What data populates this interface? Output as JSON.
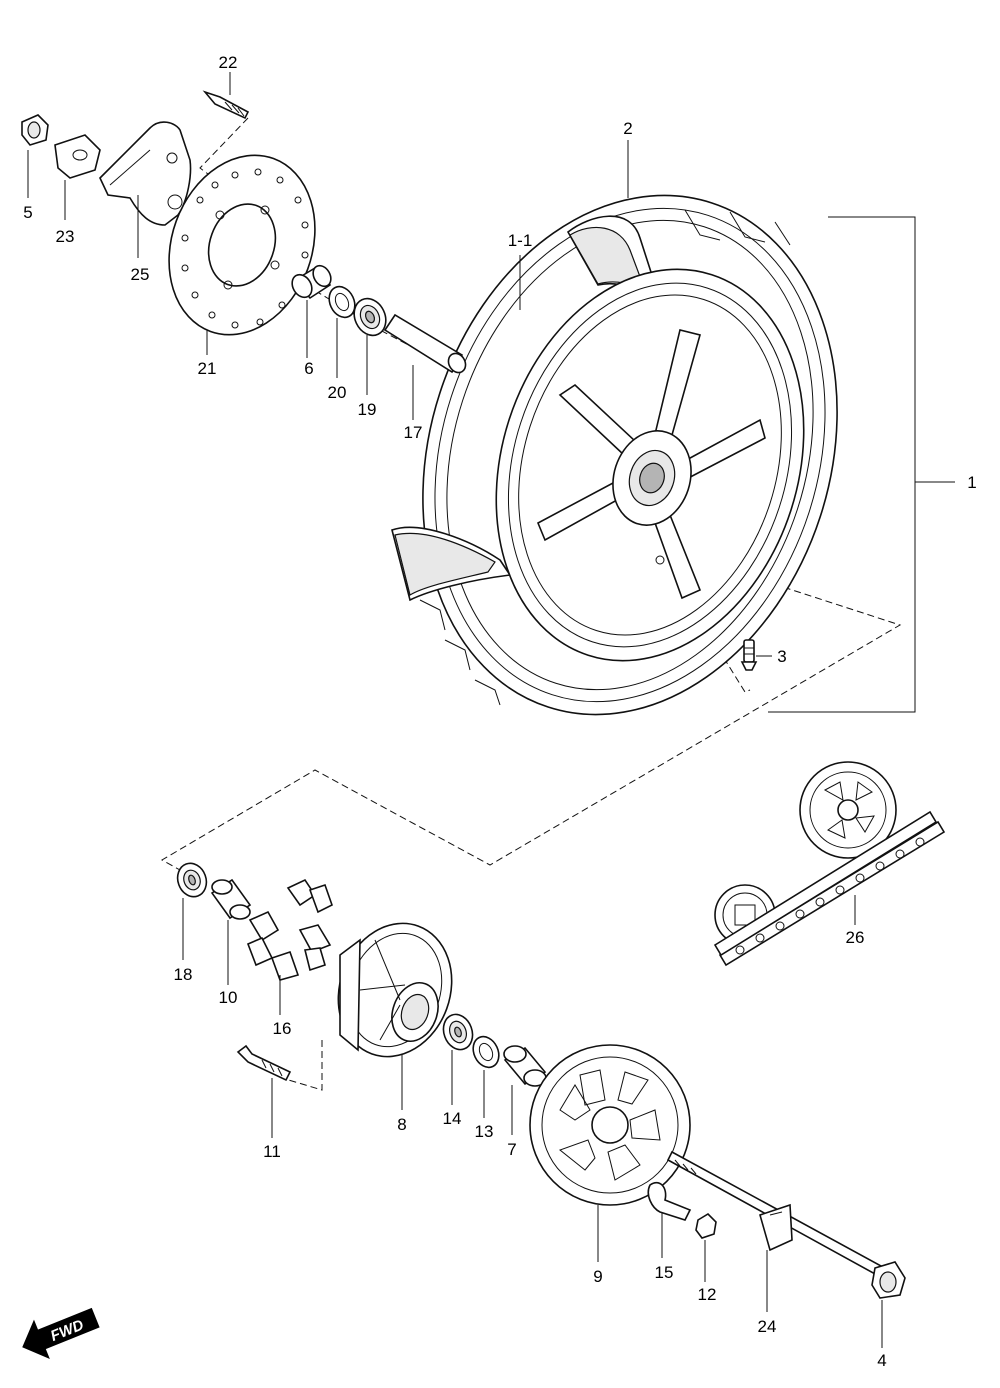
{
  "diagram": {
    "direction_label": "FWD",
    "callouts": [
      {
        "id": "c22",
        "label": "22"
      },
      {
        "id": "c5",
        "label": "5"
      },
      {
        "id": "c23",
        "label": "23"
      },
      {
        "id": "c25",
        "label": "25"
      },
      {
        "id": "c21",
        "label": "21"
      },
      {
        "id": "c6",
        "label": "6"
      },
      {
        "id": "c20",
        "label": "20"
      },
      {
        "id": "c19",
        "label": "19"
      },
      {
        "id": "c17",
        "label": "17"
      },
      {
        "id": "c1-1",
        "label": "1-1"
      },
      {
        "id": "c2",
        "label": "2"
      },
      {
        "id": "c1",
        "label": "1"
      },
      {
        "id": "c3",
        "label": "3"
      },
      {
        "id": "c18",
        "label": "18"
      },
      {
        "id": "c10",
        "label": "10"
      },
      {
        "id": "c16",
        "label": "16"
      },
      {
        "id": "c26",
        "label": "26"
      },
      {
        "id": "c11",
        "label": "11"
      },
      {
        "id": "c8",
        "label": "8"
      },
      {
        "id": "c14",
        "label": "14"
      },
      {
        "id": "c13",
        "label": "13"
      },
      {
        "id": "c7",
        "label": "7"
      },
      {
        "id": "c9",
        "label": "9"
      },
      {
        "id": "c15",
        "label": "15"
      },
      {
        "id": "c12",
        "label": "12"
      },
      {
        "id": "c24",
        "label": "24"
      },
      {
        "id": "c4",
        "label": "4"
      }
    ]
  }
}
